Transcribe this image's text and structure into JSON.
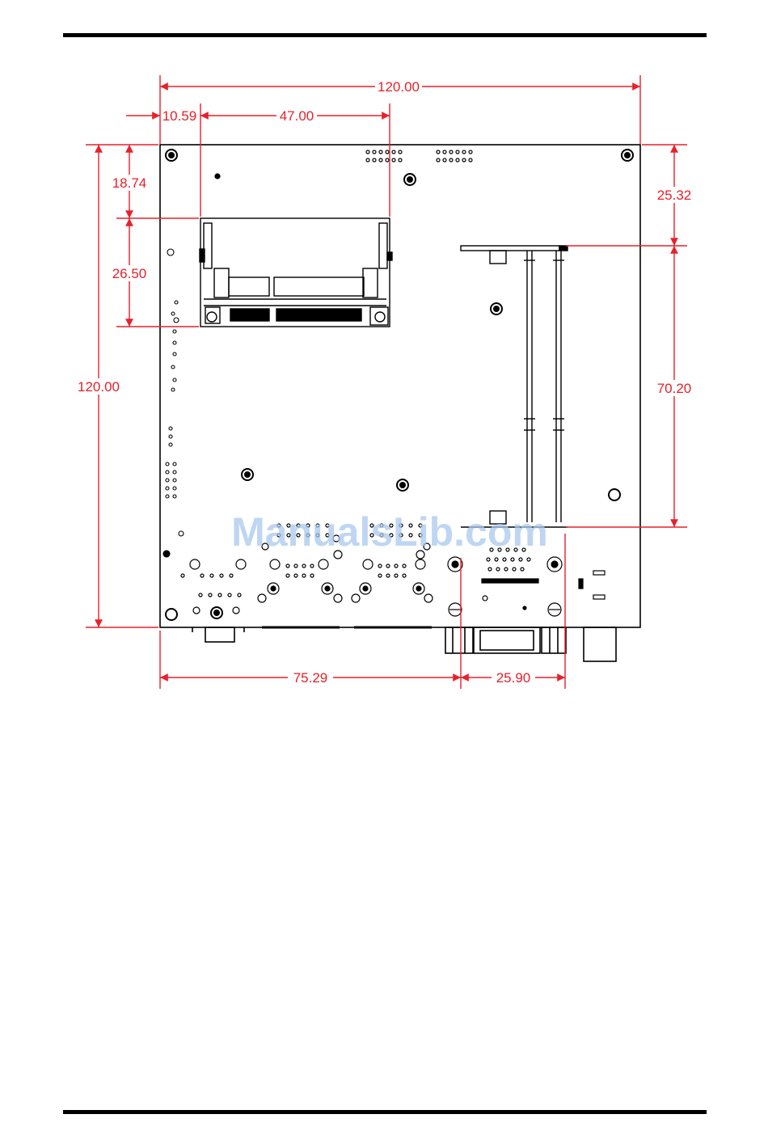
{
  "dimensions": {
    "width_total": "120.00",
    "cf_offset_left": "10.59",
    "cf_width": "47.00",
    "height_total": "120.00",
    "cf_offset_top": "18.74",
    "cf_height": "26.50",
    "sodimm_offset_top": "25.32",
    "sodimm_length": "70.20",
    "io_offset_left": "75.29",
    "io_width": "25.90"
  },
  "watermark": "ManualsLib.com",
  "colors": {
    "dimension": "#e8202a",
    "outline": "#000000",
    "watermark": "#aac8ee"
  }
}
